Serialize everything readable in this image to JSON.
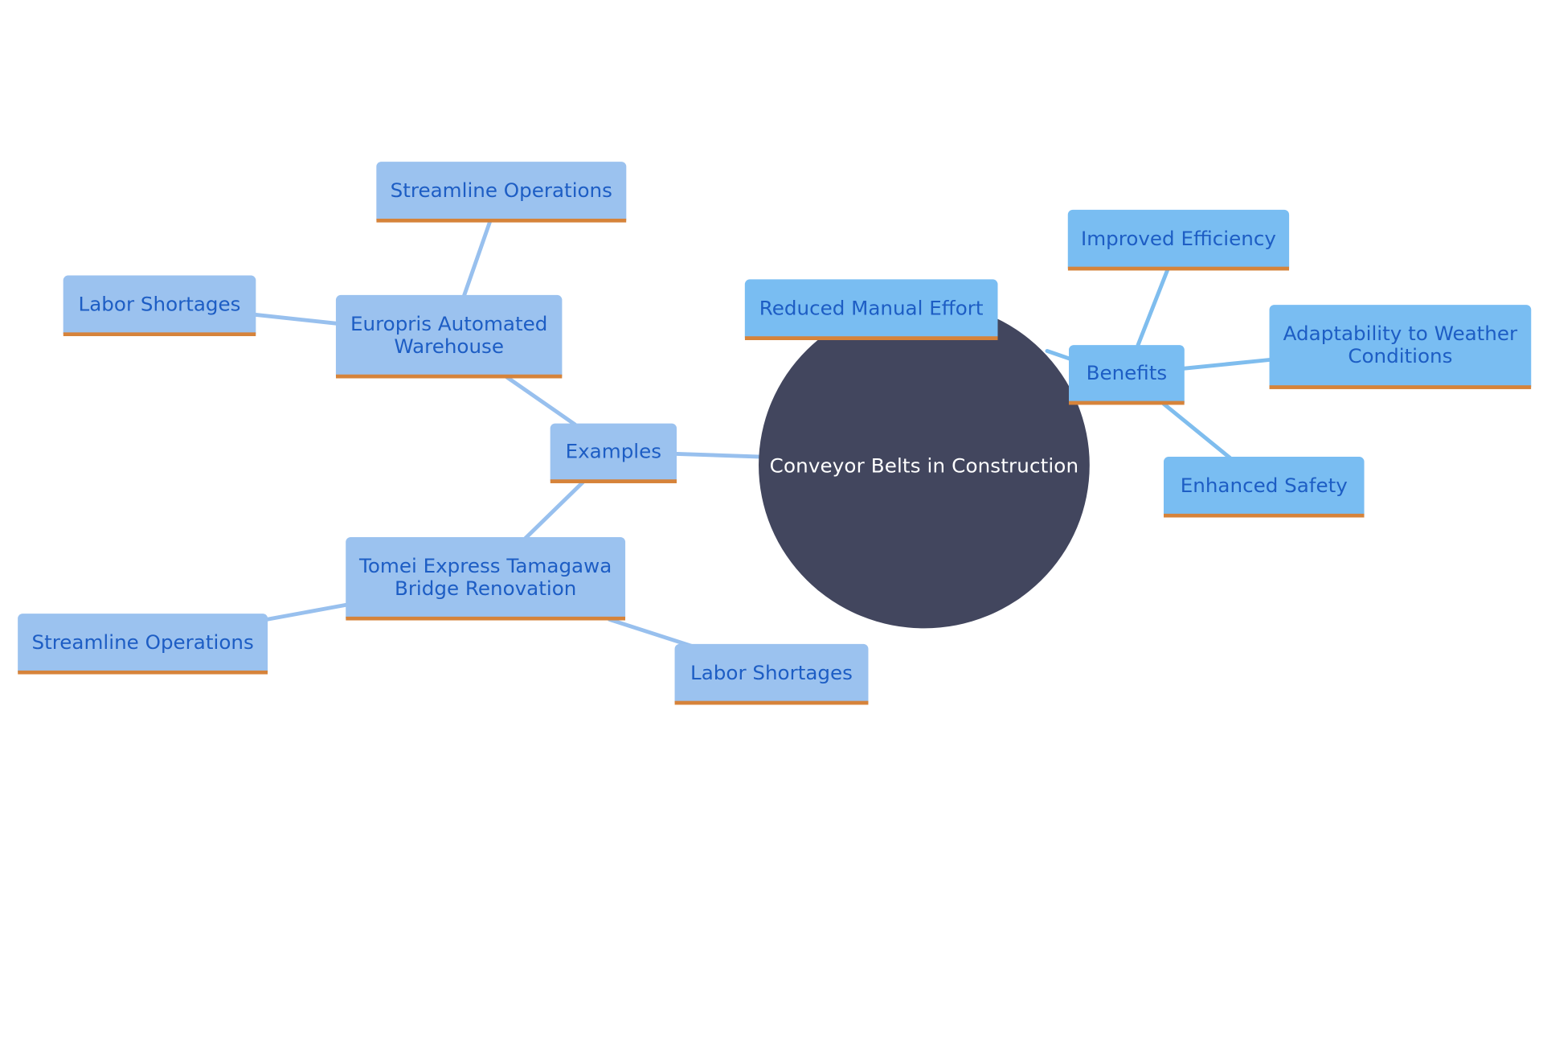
{
  "diagram": {
    "type": "mindmap",
    "colors": {
      "root_fill": "#42465e",
      "root_text": "#ffffff",
      "examples_branch_fill": "#9bc2ef",
      "benefits_branch_fill": "#79bdf2",
      "node_text": "#1d5dc4",
      "node_underline": "#d6833a",
      "examples_edge": "#98c0ee",
      "benefits_edge": "#7fbdee"
    },
    "root": {
      "label": "Conveyor Belts in Construction"
    },
    "examples": {
      "label": "Examples",
      "europris": {
        "label_line1": "Europris Automated",
        "label_line2": "Warehouse",
        "children": [
          {
            "label": "Streamline Operations"
          },
          {
            "label": "Labor Shortages"
          }
        ]
      },
      "tomei": {
        "label_line1": "Tomei Express Tamagawa",
        "label_line2": "Bridge Renovation",
        "children": [
          {
            "label": "Streamline Operations"
          },
          {
            "label": "Labor Shortages"
          }
        ]
      }
    },
    "benefits": {
      "label": "Benefits",
      "children": [
        {
          "label": "Reduced Manual Effort"
        },
        {
          "label": "Improved Efficiency"
        },
        {
          "label_line1": "Adaptability to Weather",
          "label_line2": "Conditions"
        },
        {
          "label": "Enhanced Safety"
        }
      ]
    }
  }
}
